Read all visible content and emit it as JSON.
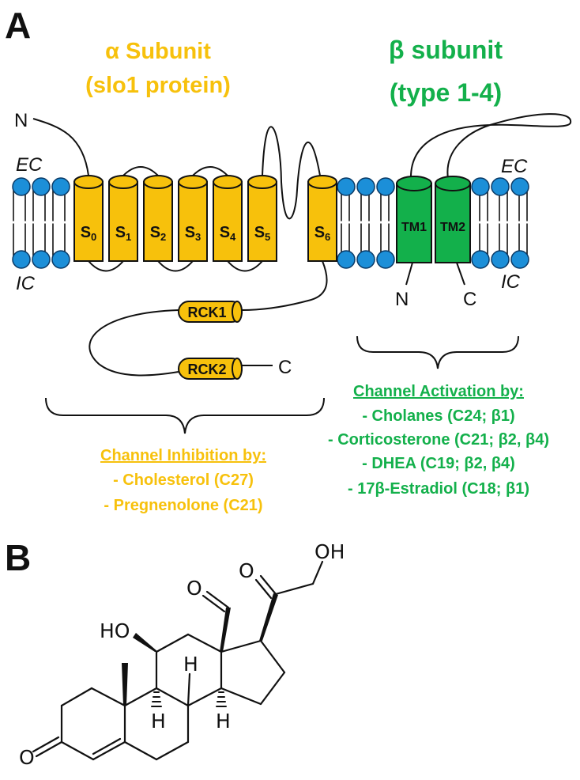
{
  "panels": {
    "a": "A",
    "b": "B"
  },
  "alpha": {
    "title_line1": "α Subunit",
    "title_line2": "(slo1 protein)",
    "color": "#F7C10C"
  },
  "beta": {
    "title_line1": "β subunit",
    "title_line2": "(type 1-4)",
    "color": "#13B04B"
  },
  "membrane": {
    "ec_left": "EC",
    "ic_left": "IC",
    "ec_right": "EC",
    "ic_right": "IC",
    "head_color": "#1C8FD8"
  },
  "termini": {
    "alpha_n": "N",
    "alpha_c": "C",
    "beta_n": "N",
    "beta_c": "C"
  },
  "segments": [
    {
      "base": "S",
      "sub": "0"
    },
    {
      "base": "S",
      "sub": "1"
    },
    {
      "base": "S",
      "sub": "2"
    },
    {
      "base": "S",
      "sub": "3"
    },
    {
      "base": "S",
      "sub": "4"
    },
    {
      "base": "S",
      "sub": "5"
    },
    {
      "base": "S",
      "sub": "6"
    }
  ],
  "tm": {
    "tm1": "TM1",
    "tm2": "TM2"
  },
  "rck": {
    "rck1": "RCK1",
    "rck2": "RCK2"
  },
  "inhibition": {
    "title": "Channel Inhibition by:",
    "items": [
      "- Cholesterol (C27)",
      "- Pregnenolone (C21)"
    ]
  },
  "activation": {
    "title": "Channel Activation by:",
    "items": [
      "- Cholanes (C24; β1)",
      "- Corticosterone (C21; β2, β4)",
      "- DHEA (C19; β2, β4)",
      "- 17β-Estradiol (C18; β1)"
    ]
  },
  "molecule": {
    "oh_top": "OH",
    "o_top": "O",
    "o_ald": "O",
    "ho": "HO",
    "h_b": "H",
    "h_c": "H",
    "h_d": "H",
    "o_left": "O"
  }
}
